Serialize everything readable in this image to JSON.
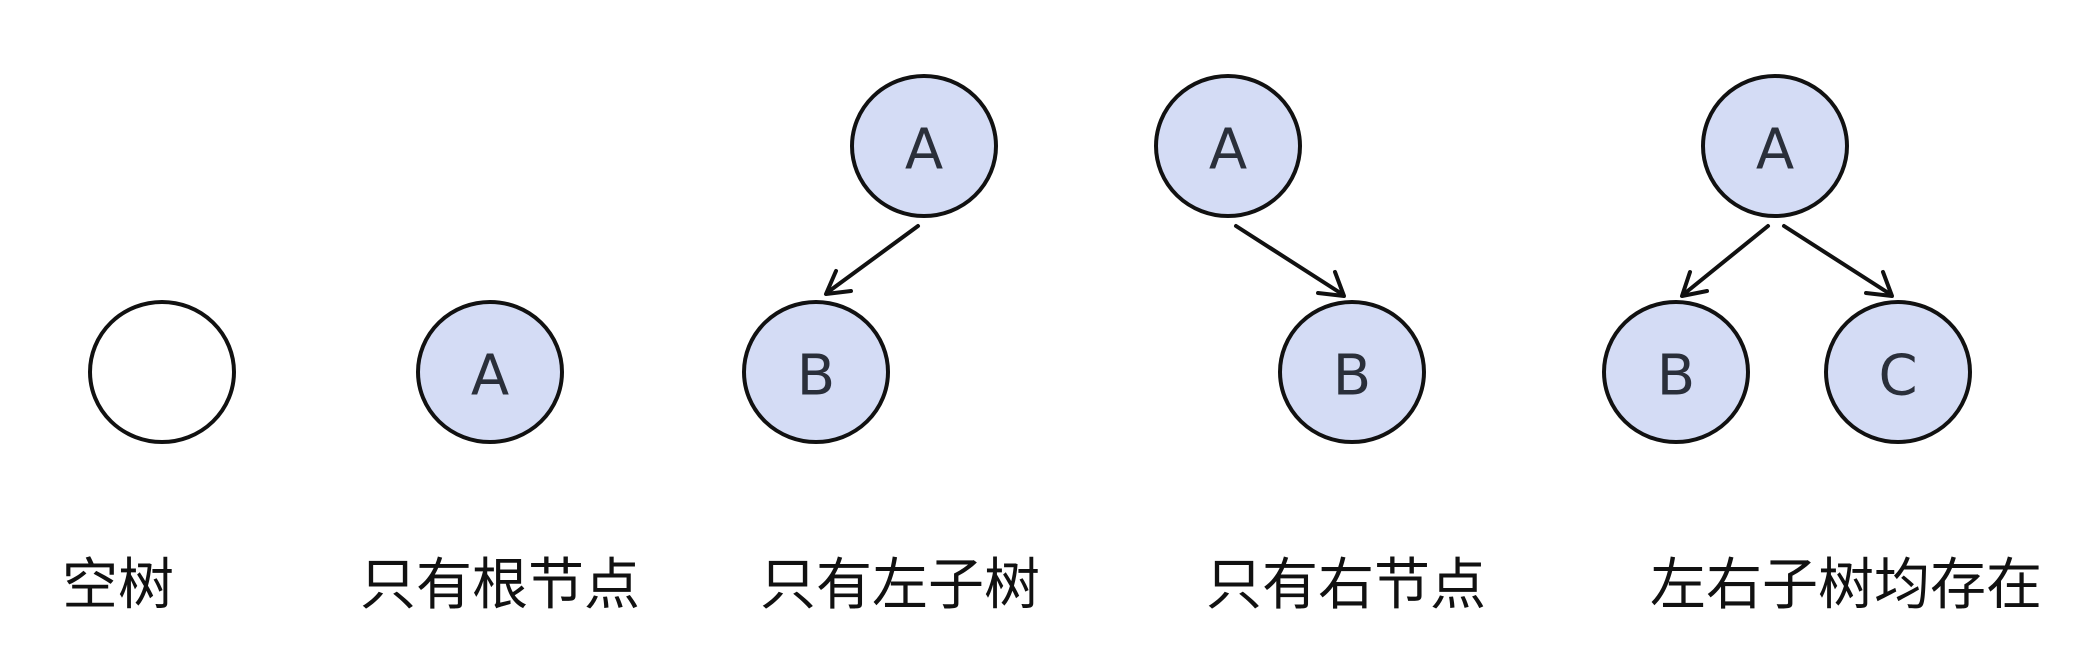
{
  "panels": [
    {
      "caption": "空树",
      "nodes": []
    },
    {
      "caption": "只有根节点",
      "nodes": [
        "A"
      ]
    },
    {
      "caption": "只有左子树",
      "nodes": [
        "A",
        "B"
      ]
    },
    {
      "caption": "只有右节点",
      "nodes": [
        "A",
        "B"
      ]
    },
    {
      "caption": "左右子树均存在",
      "nodes": [
        "A",
        "B",
        "C"
      ]
    }
  ],
  "colors": {
    "node_fill": "#d4dcf5",
    "node_stroke": "#111111",
    "text": "#2a2f3a"
  }
}
